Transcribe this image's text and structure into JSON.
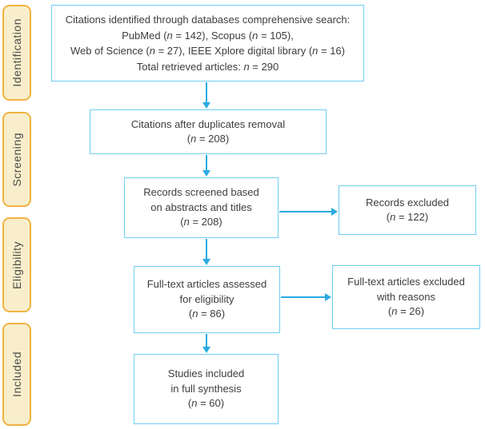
{
  "figure": {
    "type": "prisma-flow-diagram",
    "palette": {
      "box_border": "#6fcdf3",
      "arrow": "#29abe2",
      "stage_bg": "#f8eecb",
      "stage_border": "#f0b341",
      "text": "#3d3d3d"
    },
    "stages": [
      {
        "label": "Identification"
      },
      {
        "label": "Screening"
      },
      {
        "label": "Eligibility"
      },
      {
        "label": "Included"
      }
    ],
    "boxes": {
      "identified": {
        "lines": [
          "Citations identified through databases comprehensive search:",
          "PubMed (n = 142), Scopus (n = 105),",
          "Web of Science (n = 27), IEEE Xplore digital library (n = 16)",
          "Total retrieved articles: n = 290"
        ]
      },
      "duplicates_removed": {
        "lines": [
          "Citations after duplicates removal",
          "(n = 208)"
        ]
      },
      "records_screened": {
        "lines": [
          "Records screened based",
          "on abstracts and titles",
          "(n = 208)"
        ]
      },
      "records_excluded": {
        "lines": [
          "Records excluded",
          "(n = 122)"
        ]
      },
      "fulltext_assessed": {
        "lines": [
          "Full-text articles assessed",
          "for eligibility",
          "(n = 86)"
        ]
      },
      "fulltext_excluded": {
        "lines": [
          "Full-text articles excluded",
          "with reasons",
          "(n = 26)"
        ]
      },
      "studies_included": {
        "lines": [
          "Studies included",
          "in full synthesis",
          "(n = 60)"
        ]
      }
    }
  }
}
